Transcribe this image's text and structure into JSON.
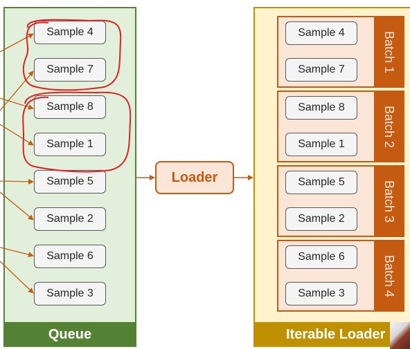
{
  "queue": {
    "footer_label": "Queue",
    "samples": [
      "Sample 4",
      "Sample 7",
      "Sample 8",
      "Sample 1",
      "Sample 5",
      "Sample 2",
      "Sample 6",
      "Sample 3"
    ]
  },
  "loader": {
    "label": "Loader"
  },
  "iterable_loader": {
    "footer_label": "Iterable Loader",
    "batches": [
      {
        "label": "Batch 1",
        "samples": [
          "Sample 4",
          "Sample 7"
        ]
      },
      {
        "label": "Batch 2",
        "samples": [
          "Sample 8",
          "Sample 1"
        ]
      },
      {
        "label": "Batch 3",
        "samples": [
          "Sample 5",
          "Sample 2"
        ]
      },
      {
        "label": "Batch 4",
        "samples": [
          "Sample 6",
          "Sample 3"
        ]
      }
    ]
  },
  "colors": {
    "queue_fill": "#e2efda",
    "queue_accent": "#548235",
    "loader_accent": "#c55a11",
    "loader_fill": "#fbe5d6",
    "iterable_fill": "#fff2cc",
    "iterable_accent": "#bf9000",
    "annotation_red": "#e02020"
  }
}
